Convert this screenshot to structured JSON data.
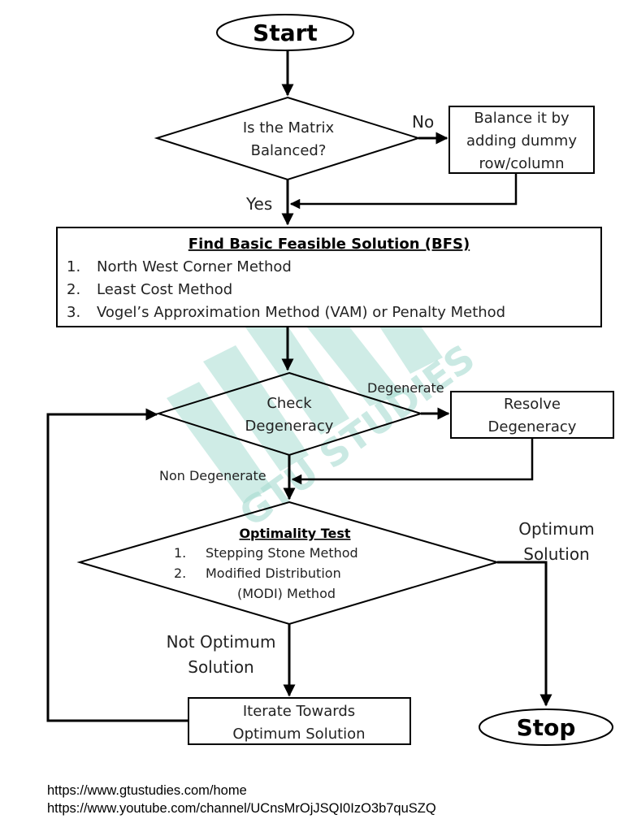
{
  "start": "Start",
  "balanced_question": [
    "Is the Matrix",
    "Balanced?"
  ],
  "no_label": "No",
  "yes_label": "Yes",
  "balance_box": [
    "Balance it by",
    "adding dummy",
    "row/column"
  ],
  "bfs": {
    "title": "Find Basic Feasible Solution (BFS)",
    "items": [
      {
        "num": "1.",
        "text": "North West Corner Method"
      },
      {
        "num": "2.",
        "text": "Least Cost Method"
      },
      {
        "num": "3.",
        "text": "Vogel’s Approximation Method (VAM) or Penalty Method"
      }
    ]
  },
  "check_degeneracy": [
    "Check",
    "Degeneracy"
  ],
  "degenerate_label": "Degenerate",
  "non_degenerate_label": "Non Degenerate",
  "resolve_box": [
    "Resolve",
    "Degeneracy"
  ],
  "optimality": {
    "title": "Optimality Test",
    "items": [
      {
        "num": "1.",
        "text": "Stepping Stone Method"
      },
      {
        "num": "2.",
        "text": "Modified Distribution"
      }
    ],
    "item2_cont": "(MODI) Method"
  },
  "optimum_label": [
    "Optimum",
    "Solution"
  ],
  "not_optimum_label": [
    "Not Optimum",
    "Solution"
  ],
  "iterate_box": [
    "Iterate Towards",
    "Optimum Solution"
  ],
  "stop": "Stop",
  "watermark": "GTU STUDIES",
  "urls": [
    "https://www.gtustudies.com/home",
    "https://www.youtube.com/channel/UCnsMrOjJSQI0IzO3b7quSZQ"
  ]
}
